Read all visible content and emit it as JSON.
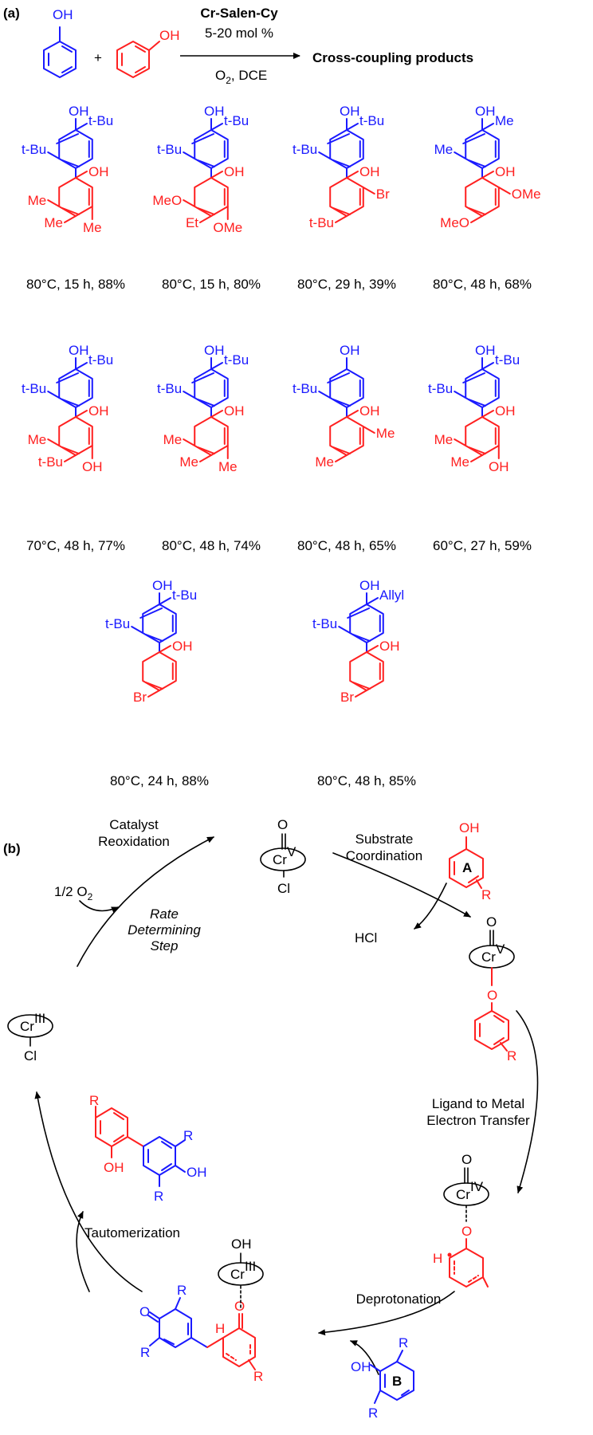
{
  "panel_a": {
    "label": "(a)",
    "reagent": "Cr-Salen-Cy",
    "loading": "5-20 mol %",
    "conditions_prefix": "O",
    "conditions_sub": "2",
    "conditions_suffix": ", DCE",
    "plus": "+",
    "product_label": "Cross-coupling products",
    "oh": "OH",
    "products": [
      {
        "caption": "80°C, 15 h, 88%",
        "blue_left": "t-Bu",
        "blue_right": "t-Bu",
        "red": [
          "Me",
          "Me",
          "Me"
        ]
      },
      {
        "caption": "80°C, 15 h, 80%",
        "blue_left": "t-Bu",
        "blue_right": "t-Bu",
        "red": [
          "MeO",
          "Et",
          "OMe"
        ]
      },
      {
        "caption": "80°C, 29 h, 39%",
        "blue_left": "t-Bu",
        "blue_right": "t-Bu",
        "red": [
          "t-Bu",
          "Br"
        ]
      },
      {
        "caption": "80°C, 48 h, 68%",
        "blue_left": "Me",
        "blue_right": "Me",
        "red": [
          "MeO",
          "OMe"
        ]
      },
      {
        "caption": "70°C, 48 h, 77%",
        "blue_left": "t-Bu",
        "blue_right": "t-Bu",
        "red": [
          "Me",
          "t-Bu",
          "OH"
        ]
      },
      {
        "caption": "80°C, 48 h, 74%",
        "blue_left": "t-Bu",
        "blue_right": "t-Bu",
        "red": [
          "Me",
          "Me",
          "Me"
        ]
      },
      {
        "caption": "80°C, 48 h, 65%",
        "blue_left": "t-Bu",
        "blue_right": "",
        "red": [
          "Me",
          "Me"
        ]
      },
      {
        "caption": "60°C, 27 h, 59%",
        "blue_left": "t-Bu",
        "blue_right": "t-Bu",
        "red": [
          "Me",
          "Me",
          "OH"
        ]
      },
      {
        "caption": "80°C, 24 h, 88%",
        "blue_left": "t-Bu",
        "blue_right": "t-Bu",
        "red": [
          "Br"
        ]
      },
      {
        "caption": "80°C, 48 h, 85%",
        "blue_left": "t-Bu",
        "blue_right": "Allyl",
        "red": [
          "Br"
        ]
      }
    ]
  },
  "panel_b": {
    "label": "(b)",
    "catalyst_reoxidation": [
      "Catalyst",
      "Reoxidation"
    ],
    "o2": "1/2 O",
    "o2_sub": "2",
    "rate_step": [
      "Rate",
      "Determining",
      "Step"
    ],
    "substrate_coord": [
      "Substrate",
      "Coordination"
    ],
    "hcl": "HCl",
    "ligand_transfer": [
      "Ligand to Metal",
      "Electron Transfer"
    ],
    "tautomerization": "Tautomerization",
    "deprotonation": "Deprotonation",
    "cr": "Cr",
    "cr5": "V",
    "cr4": "IV",
    "cr3": "III",
    "cl": "Cl",
    "o": "O",
    "oh": "OH",
    "h": "H",
    "r": "R",
    "a": "A",
    "b": "B"
  }
}
